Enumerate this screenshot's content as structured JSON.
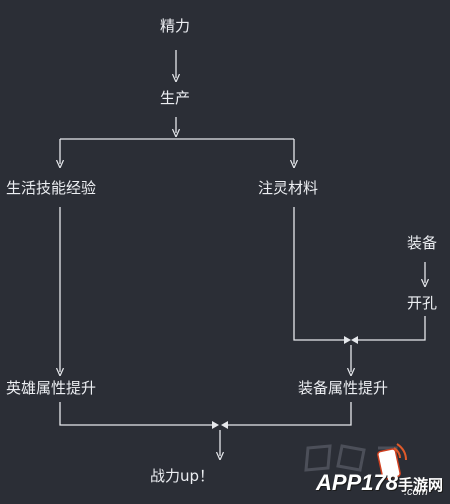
{
  "nodes": {
    "jingli": "精力",
    "shengchan": "生产",
    "shenghuo_jineng": "生活技能经验",
    "zhuling_cailiao": "注灵材料",
    "zhuangbei": "装备",
    "kaikong": "开孔",
    "yingxiong_shuxing": "英雄属性提升",
    "zhuangbei_shuxing": "装备属性提升",
    "zhanli": "战力up！"
  },
  "watermark": {
    "brand": "APP178",
    "brand_suffix": "手游网",
    "site": ".com"
  },
  "colors": {
    "background": "#2b2e36",
    "line": "#e6e8ec",
    "text": "#eceef2"
  }
}
